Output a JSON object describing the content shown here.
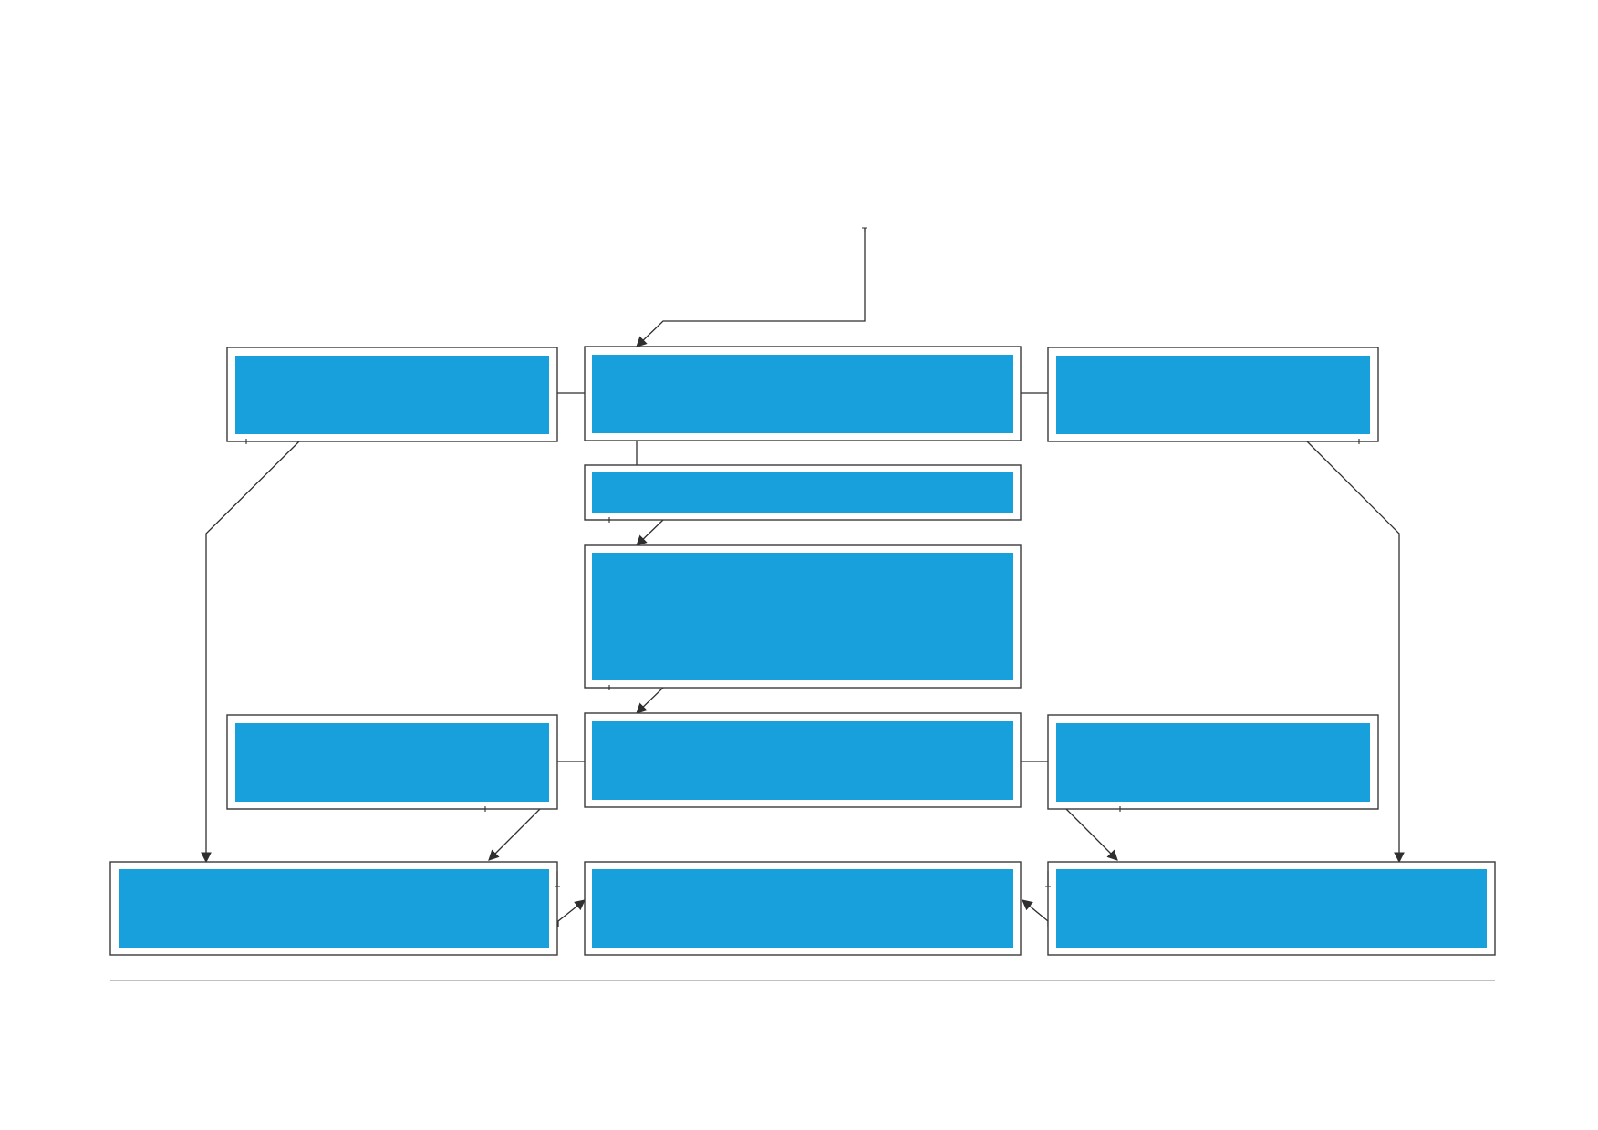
{
  "diagram": {
    "colors": {
      "box_fill": "#17a0db",
      "box_border": "#3a3a3a",
      "connector": "#2f2f2f",
      "baseline": "#9a9a9a"
    },
    "nodes": [
      {
        "id": "top-left",
        "label": ""
      },
      {
        "id": "top-center",
        "label": ""
      },
      {
        "id": "top-right",
        "label": ""
      },
      {
        "id": "center-2",
        "label": ""
      },
      {
        "id": "center-3",
        "label": ""
      },
      {
        "id": "mid-left",
        "label": ""
      },
      {
        "id": "mid-center",
        "label": ""
      },
      {
        "id": "mid-right",
        "label": ""
      },
      {
        "id": "bottom-left",
        "label": ""
      },
      {
        "id": "bottom-center",
        "label": ""
      },
      {
        "id": "bottom-right",
        "label": ""
      }
    ],
    "edges": [
      {
        "from": "entry",
        "to": "top-center",
        "arrow": true
      },
      {
        "from": "top-left",
        "to": "top-center",
        "arrow": false
      },
      {
        "from": "top-center",
        "to": "top-right",
        "arrow": false
      },
      {
        "from": "top-center",
        "to": "center-2",
        "arrow": false
      },
      {
        "from": "center-2",
        "to": "center-3",
        "arrow": true
      },
      {
        "from": "center-3",
        "to": "mid-center",
        "arrow": true
      },
      {
        "from": "mid-left",
        "to": "mid-center",
        "arrow": false
      },
      {
        "from": "mid-center",
        "to": "mid-right",
        "arrow": false
      },
      {
        "from": "top-left",
        "to": "bottom-left",
        "arrow": true
      },
      {
        "from": "top-right",
        "to": "bottom-right",
        "arrow": true
      },
      {
        "from": "mid-left",
        "to": "bottom-left",
        "arrow": true
      },
      {
        "from": "mid-right",
        "to": "bottom-right",
        "arrow": true
      },
      {
        "from": "bottom-left",
        "to": "bottom-center",
        "arrow": true
      },
      {
        "from": "bottom-right",
        "to": "bottom-center",
        "arrow": true
      }
    ]
  }
}
